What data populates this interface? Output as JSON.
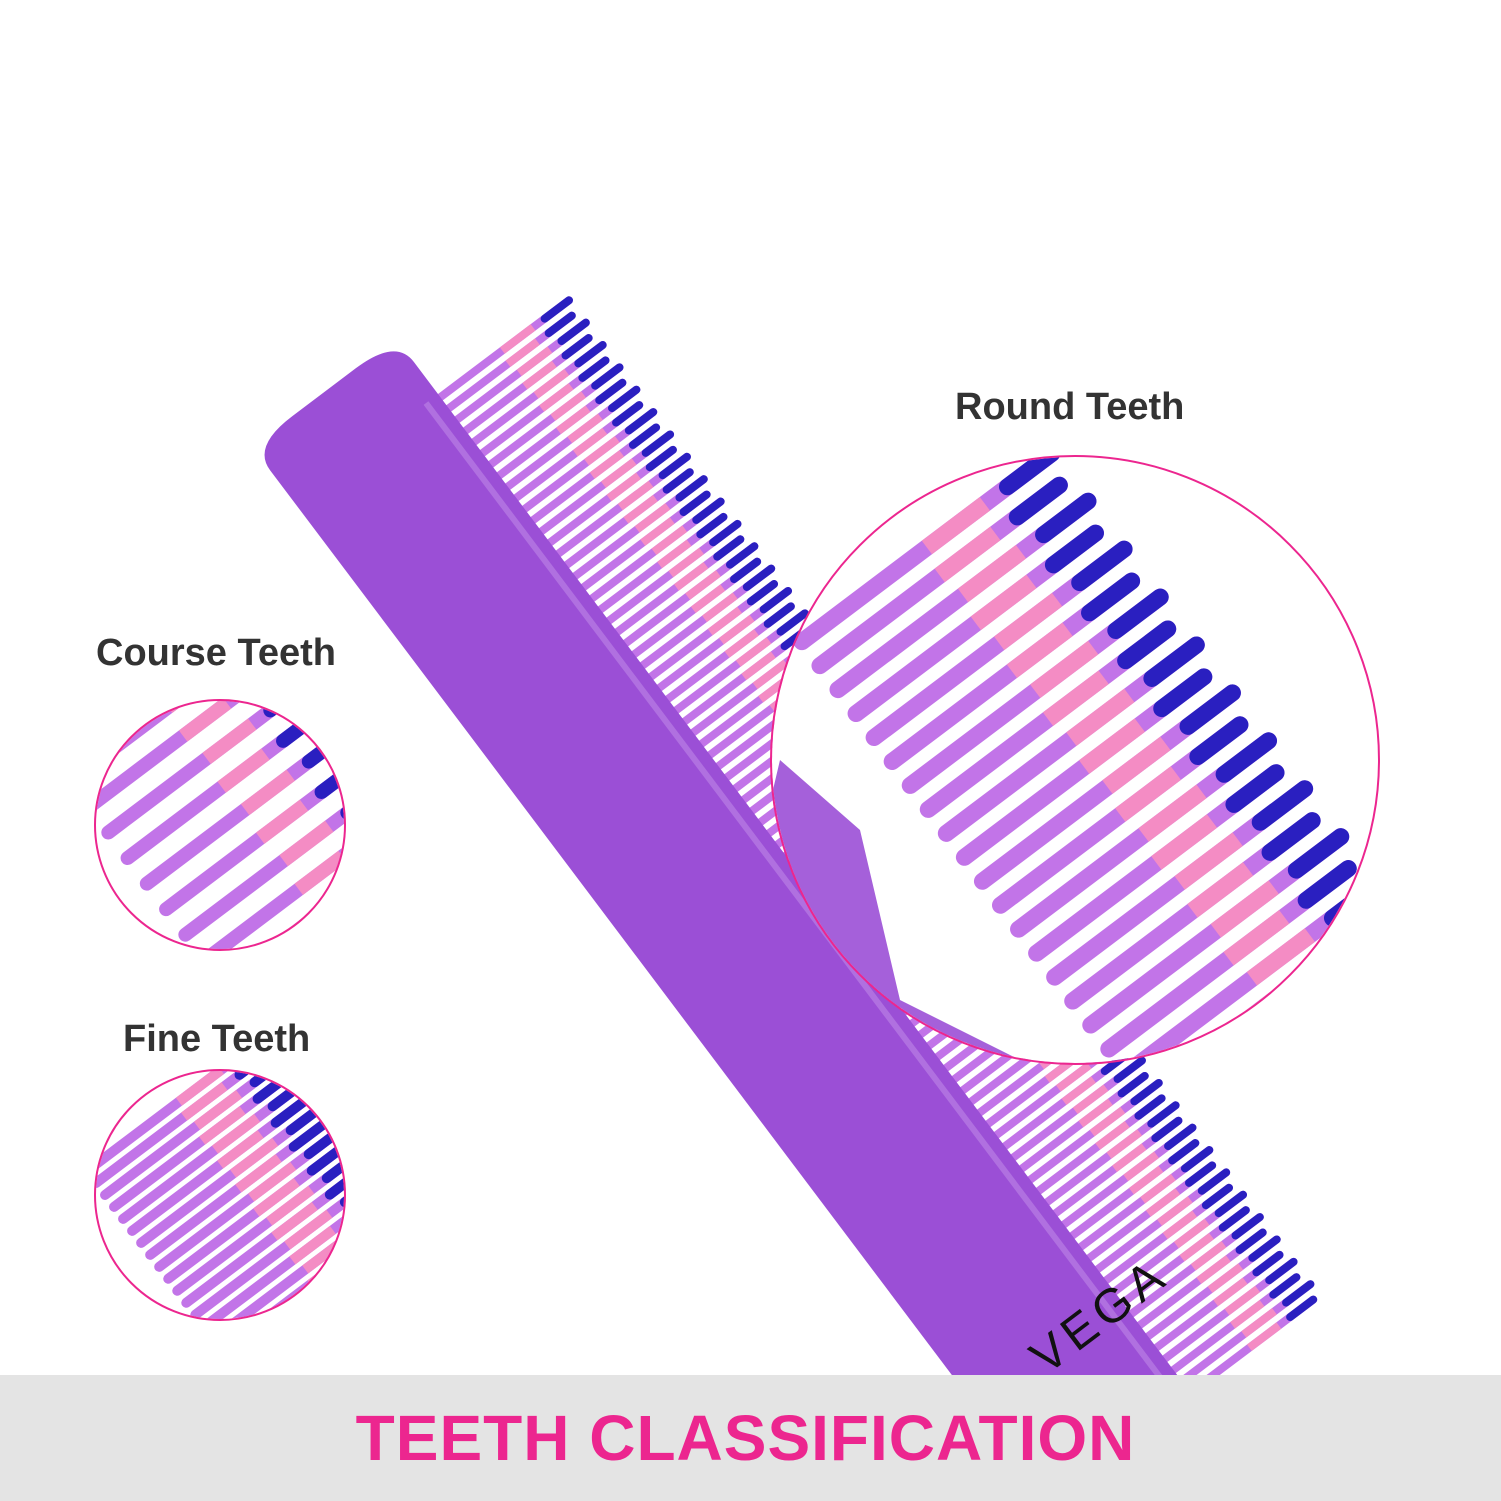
{
  "labels": {
    "round": "Round Teeth",
    "course": "Course Teeth",
    "fine": "Fine Teeth"
  },
  "banner": {
    "title": "TEETH CLASSIFICATION"
  },
  "logo": {
    "text": "VEGA"
  },
  "colors": {
    "comb_body": "#9b4fd6",
    "tooth": "#c274e8",
    "pink": "#f48cc4",
    "blue": "#2a1fc0",
    "accent": "#ec268f",
    "banner_bg": "#e4e4e4"
  }
}
